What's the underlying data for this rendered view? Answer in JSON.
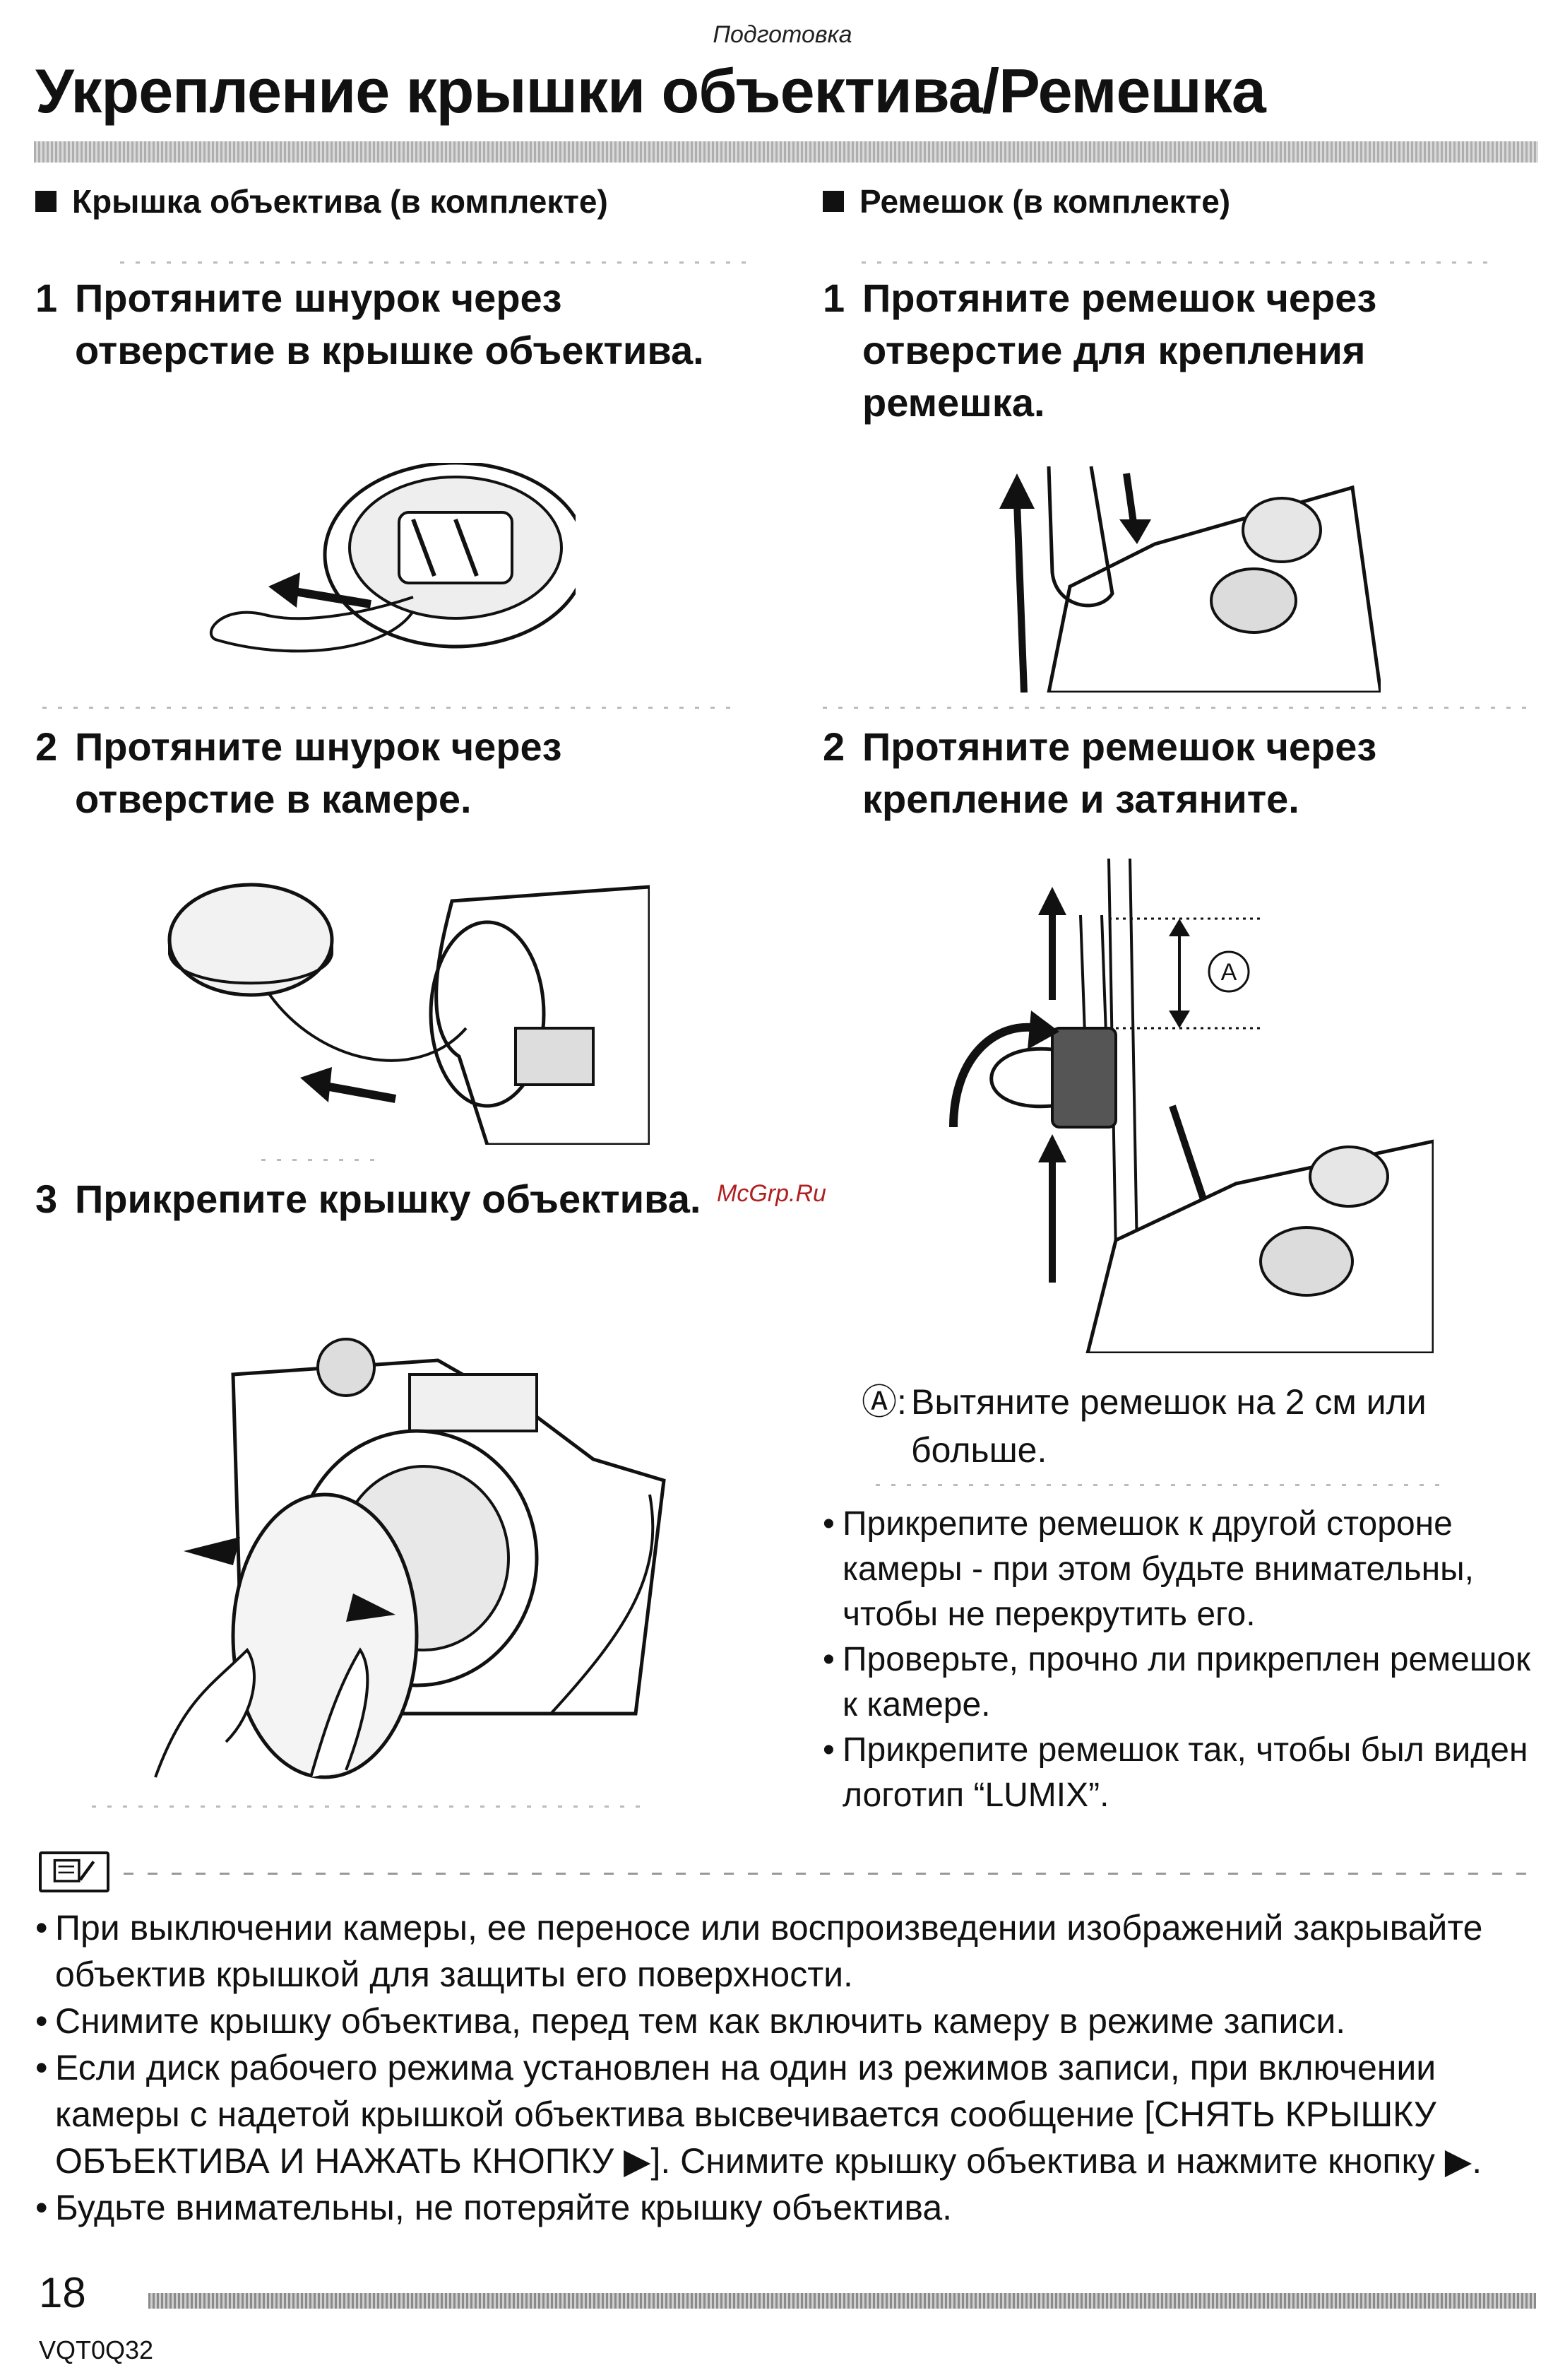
{
  "header": {
    "section": "Подготовка",
    "title": "Укрепление крышки объектива/Ремешка"
  },
  "left": {
    "heading": "Крышка объектива (в комплекте)",
    "steps": [
      {
        "num": "1",
        "text": "Протяните шнурок через отверстие в крышке объектива."
      },
      {
        "num": "2",
        "text": "Протяните шнурок через отверстие в камере."
      },
      {
        "num": "3",
        "text": "Прикрепите крышку объектива."
      }
    ]
  },
  "right": {
    "heading": "Ремешок (в комплекте)",
    "steps": [
      {
        "num": "1",
        "text": "Протяните ремешок через отверстие для крепления ремешка."
      },
      {
        "num": "2",
        "text": "Протяните ремешок через крепление и затяните."
      }
    ],
    "callout_letter": "A",
    "note_a_mark": "Ⓐ:",
    "note_a": "Вытяните ремешок на 2 см или больше.",
    "bullets": [
      "Прикрепите ремешок к другой стороне камеры - при этом будьте внимательны, чтобы не перекрутить его.",
      "Проверьте, прочно ли прикреплен ремешок к камере.",
      "Прикрепите ремешок так, чтобы был виден логотип “LUMIX”."
    ]
  },
  "watermark": "McGrp.Ru",
  "notes": [
    "При выключении камеры, ее переносе или воспроизведении изображений закрывайте объектив крышкой для защиты его поверхности.",
    "Снимите крышку объектива, перед тем как включить камеру в режиме записи.",
    "Если диск рабочего режима установлен на один из режимов записи, при включении камеры с надетой крышкой объектива высвечивается сообщение [СНЯТЬ КРЫШКУ ОБЪЕКТИВА И НАЖАТЬ КНОПКУ ▶]. Снимите крышку объектива и нажмите кнопку ▶.",
    "Будьте внимательны, не потеряйте крышку объектива."
  ],
  "footer": {
    "page_number": "18",
    "doc_code": "VQT0Q32"
  }
}
